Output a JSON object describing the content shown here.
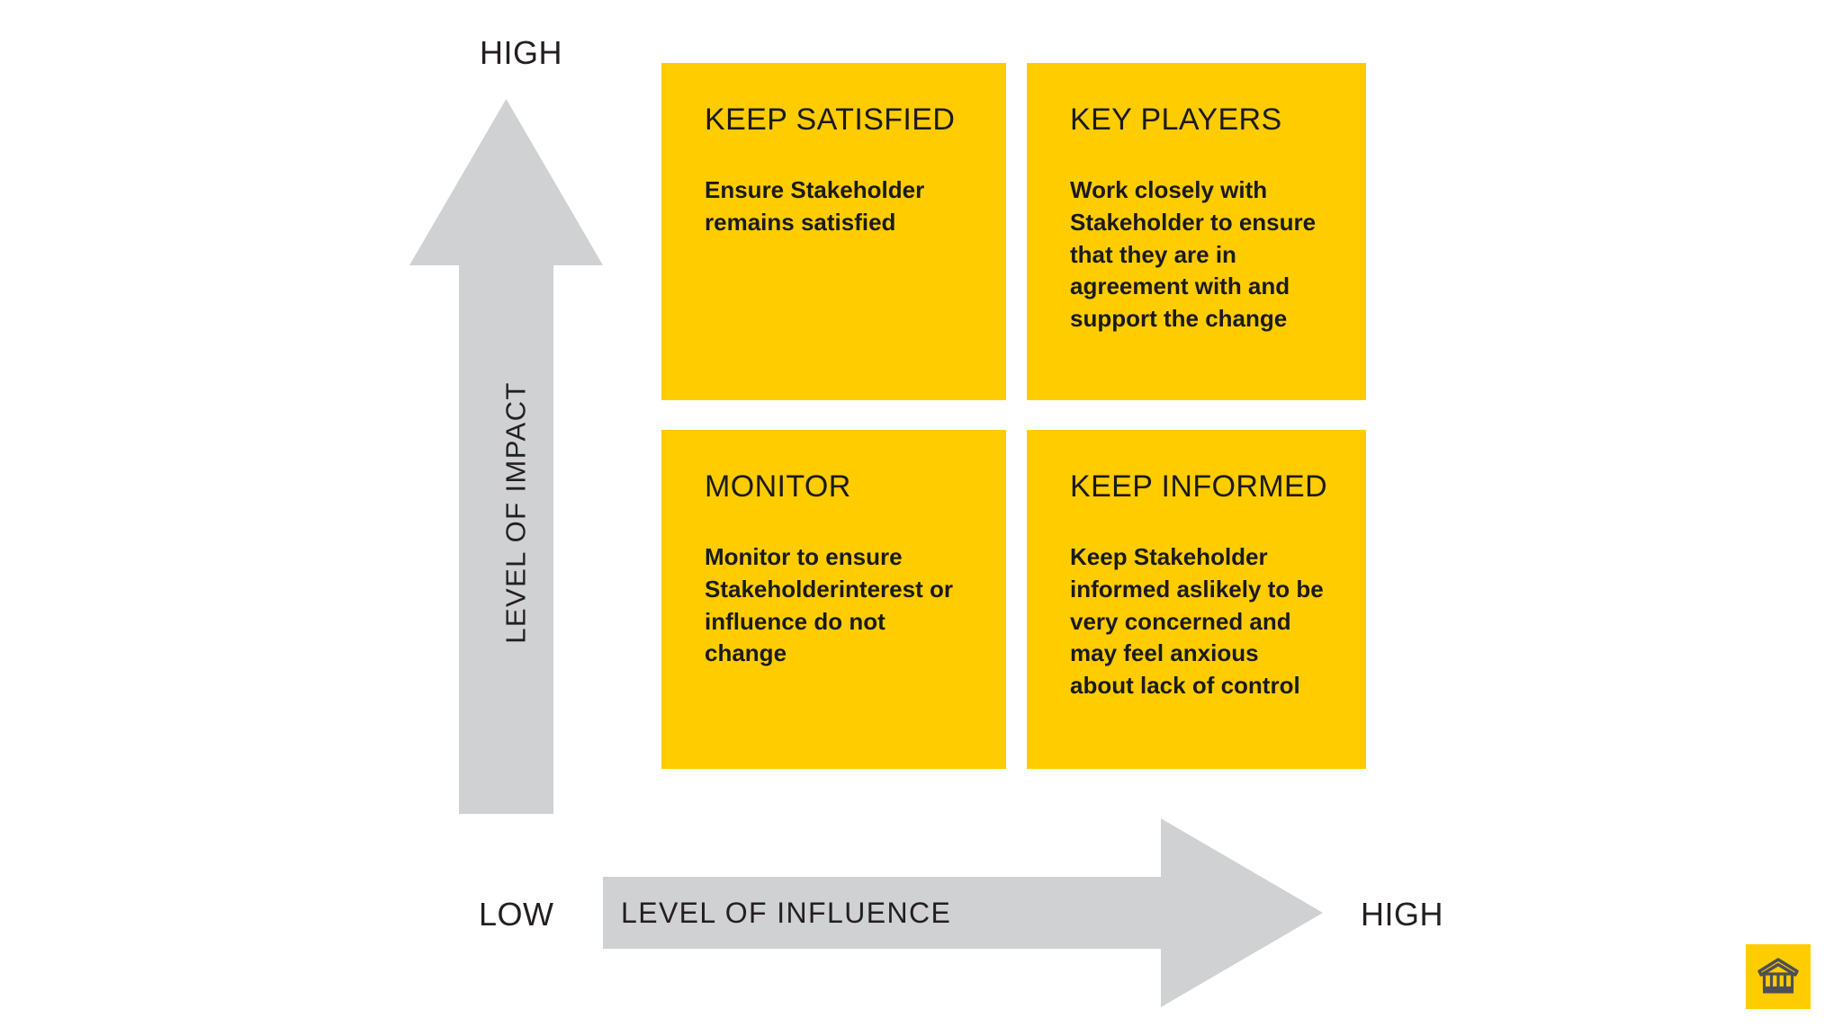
{
  "axes": {
    "vertical": {
      "label": "LEVEL OF IMPACT",
      "high_cap": "HIGH",
      "arrow_icon": "up-arrow-icon"
    },
    "horizontal": {
      "label": "LEVEL OF INFLUENCE",
      "low_cap": "LOW",
      "high_cap": "HIGH",
      "arrow_icon": "right-arrow-icon"
    }
  },
  "quadrants": [
    {
      "id": "keep-satisfied",
      "title": "KEEP SATISFIED",
      "body": "Ensure Stakeholder remains satisfied"
    },
    {
      "id": "key-players",
      "title": "KEY PLAYERS",
      "body": "Work closely with Stakeholder to ensure that they are in agreement with and support the change"
    },
    {
      "id": "monitor",
      "title": "MONITOR",
      "body": "Monitor to ensure Stakeholderinterest or influence do not change"
    },
    {
      "id": "keep-informed",
      "title": "KEEP INFORMED",
      "body": "Keep Stakeholder informed aslikely to be very concerned and may feel anxious about lack of control"
    }
  ],
  "logo": {
    "icon": "bank-building-icon",
    "badge_color": "#ffcc00",
    "icon_color": "#4d4f53"
  },
  "colors": {
    "quadrant_fill": "#ffcc00",
    "arrow_fill": "#d0d1d3",
    "text_dark": "#1a1a1a",
    "axis_text": "#231f20",
    "background": "#ffffff"
  }
}
